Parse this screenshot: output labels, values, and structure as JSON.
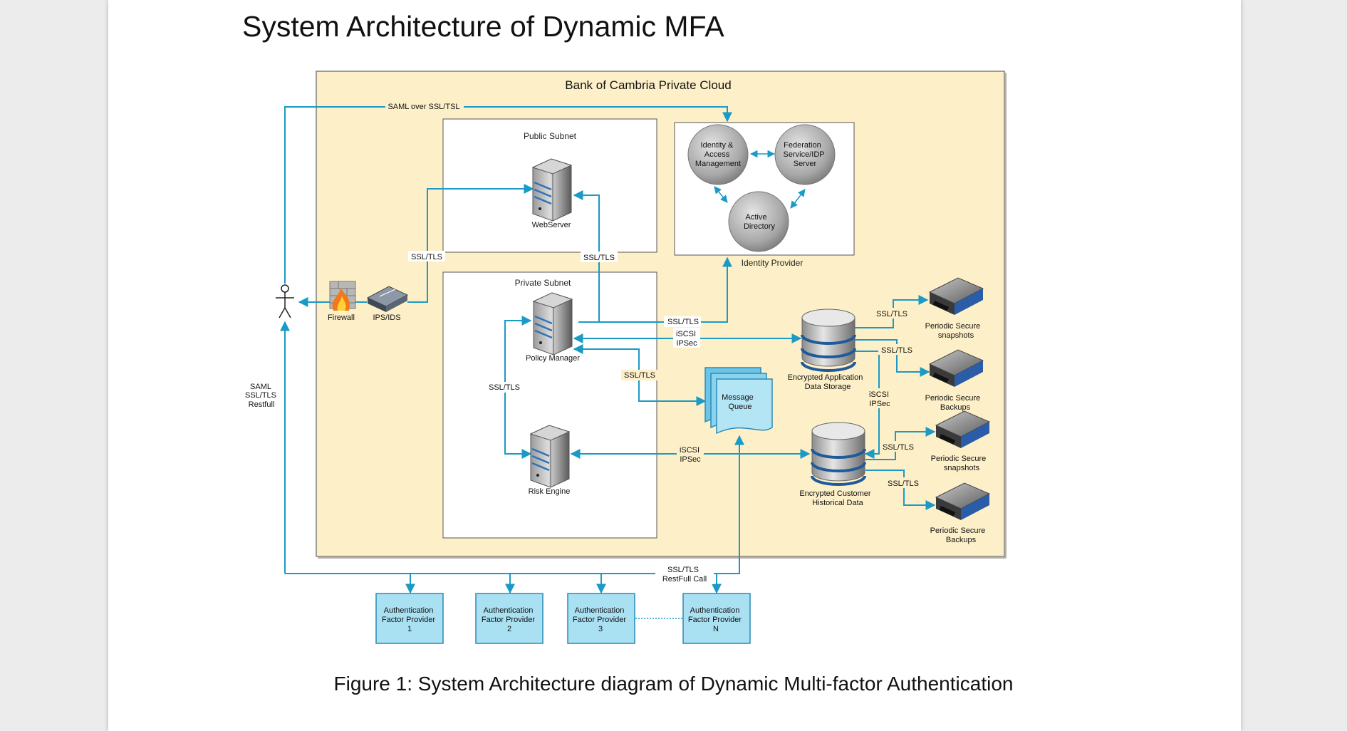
{
  "page": {
    "title": "System Architecture of Dynamic MFA"
  },
  "diagram": {
    "cloud_label": "Bank of Cambria Private Cloud",
    "public_subnet_label": "Public Subnet",
    "private_subnet_label": "Private Subnet",
    "identity_provider_label": "Identity Provider",
    "nodes": {
      "webserver": "WebServer",
      "policy_manager": "Policy Manager",
      "risk_engine": "Risk Engine",
      "firewall": "Firewall",
      "ips_ids": "IPS/IDS",
      "iam": [
        "Identity &",
        "Access",
        "Management"
      ],
      "federation": [
        "Federation",
        "Service/IDP",
        "Server"
      ],
      "active_directory": [
        "Active",
        "Directory"
      ],
      "message_queue": [
        "Message",
        "Queue"
      ],
      "app_storage": [
        "Encrypted Application",
        "Data Storage"
      ],
      "customer_data": [
        "Encrypted Customer",
        "Historical Data"
      ],
      "snapshots_1": [
        "Periodic Secure",
        "snapshots"
      ],
      "backups_1": [
        "Periodic Secure",
        "Backups"
      ],
      "snapshots_2": [
        "Periodic Secure",
        "snapshots"
      ],
      "backups_2": [
        "Periodic Secure",
        "Backups"
      ]
    },
    "providers": [
      [
        "Authentication",
        "Factor Provider",
        "1"
      ],
      [
        "Authentication",
        "Factor Provider",
        "2"
      ],
      [
        "Authentication",
        "Factor Provider",
        "3"
      ],
      [
        "Authentication",
        "Factor Provider",
        "N"
      ]
    ],
    "edge_labels": {
      "saml_over_ssl": "SAML over SSL/TSL",
      "ssl_tls": "SSL/TLS",
      "iscsi": "iSCSI",
      "ipsec": "IPSec",
      "saml_left": [
        "SAML",
        "SSL/TLS",
        "Restfull"
      ],
      "restfull_call": "RestFull Call"
    }
  },
  "caption": "Figure 1: System Architecture diagram of Dynamic Multi-factor Authentication",
  "colors": {
    "cloud_fill": "#fdf0c8",
    "edge": "#1a9ac6",
    "provider_fill": "#a9e0f2"
  }
}
